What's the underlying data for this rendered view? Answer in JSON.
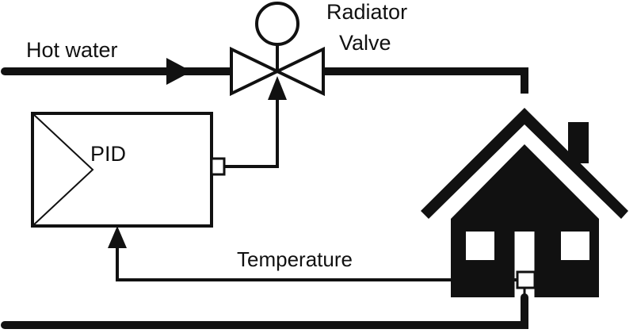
{
  "labels": {
    "hot_water": "Hot water",
    "radiator_line1": "Radiator",
    "radiator_line2": "Valve",
    "pid": "PID",
    "temperature": "Temperature"
  },
  "icons": {
    "valve": "radiator-valve-icon",
    "controller": "pid-controller-icon",
    "house": "house-icon",
    "sensor": "temperature-sensor-icon"
  },
  "colors": {
    "stroke": "#111111",
    "background": "#ffffff"
  }
}
